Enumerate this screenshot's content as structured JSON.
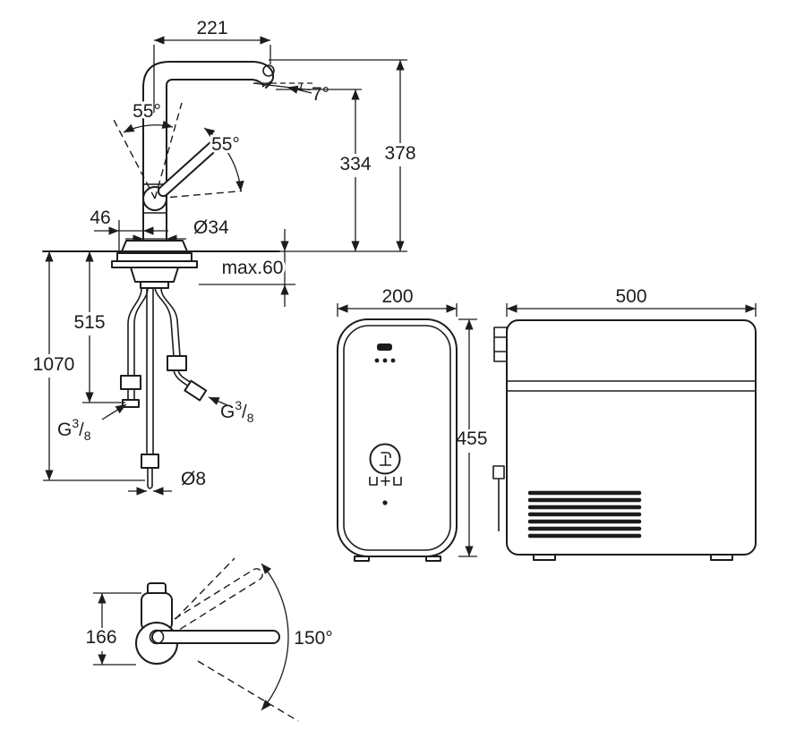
{
  "drawing": {
    "faucet_front": {
      "spout_reach": "221",
      "spout_angle": "7°",
      "handle_angle_left": "55°",
      "handle_angle_right": "55°",
      "height_to_outlet": "334",
      "height_total": "378",
      "base_offset": "46",
      "shank_diameter": "Ø34",
      "max_counter_thickness": "max.60",
      "hose_length_short": "515",
      "hose_length_long": "1070",
      "hose_diameter": "Ø8",
      "thread": {
        "letter": "G",
        "numerator": "3",
        "slash": "/",
        "denominator": "8"
      }
    },
    "cooler_front": {
      "width": "200",
      "height": "455",
      "plus_sign": "+"
    },
    "cooler_side": {
      "width": "500"
    },
    "faucet_top": {
      "body_depth": "166",
      "swivel_angle": "150°"
    }
  },
  "colors": {
    "line": "#1c1c1c",
    "background": "#ffffff"
  }
}
